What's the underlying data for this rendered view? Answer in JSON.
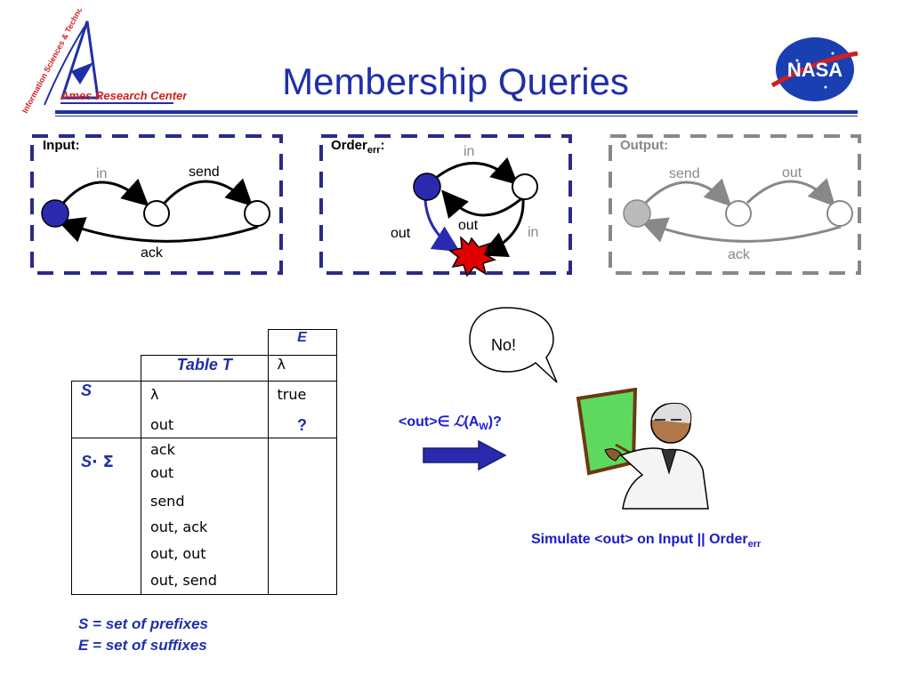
{
  "title": "Membership Queries",
  "logo": {
    "arc_text": "Information Sciences & Technology",
    "center_text": "Ames Research Center"
  },
  "nasa_logo": {
    "text": "NASA"
  },
  "input_diagram": {
    "label": "Input:",
    "edges": {
      "in": "in",
      "send": "send",
      "ack": "ack"
    }
  },
  "order_diagram": {
    "label": "Order",
    "label_sub": "err",
    "label_suffix": ":",
    "edges": {
      "in_top": "in",
      "out_left": "out",
      "out_mid": "out",
      "in_right": "in"
    }
  },
  "output_diagram": {
    "label": "Output:",
    "edges": {
      "send": "send",
      "out": "out",
      "ack": "ack"
    }
  },
  "table": {
    "e_header": "E",
    "title": "Table T",
    "e_column": [
      "λ"
    ],
    "s_label": "S",
    "s_rows": [
      {
        "prefix": "λ",
        "value": "true"
      },
      {
        "prefix": "out",
        "value": "?"
      }
    ],
    "ssigma_label_s": "S",
    "ssigma_label_dot": "·",
    "ssigma_label_sigma": "Σ",
    "ssigma_rows": [
      "ack",
      "out",
      "send",
      "out, ack",
      "out, out",
      "out, send"
    ]
  },
  "definitions": [
    "S = set of prefixes",
    "E = set of suffixes"
  ],
  "speech_bubble": "No!",
  "query": {
    "open": "<out>",
    "member": "∈",
    "lang": "ℒ",
    "paren_open": "(A",
    "sub": "W",
    "close": ")?"
  },
  "simulate": {
    "text": "Simulate <out> on Input || Order",
    "sub": "err"
  },
  "colors": {
    "title": "#1f2fa8",
    "init_state": "#2a2ab0",
    "error_state": "#e00000",
    "grey": "#888888",
    "board": "#5fd85f"
  }
}
